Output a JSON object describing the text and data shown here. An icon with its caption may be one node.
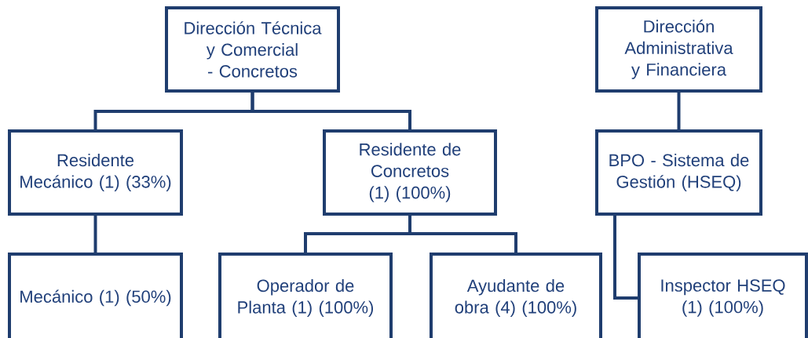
{
  "diagram": {
    "nodes": [
      {
        "text": [
          "Dirección Técnica y Comercial - Concretos"
        ]
      },
      {
        "text": [
          "Dirección Administrativa y Financiera"
        ]
      },
      {
        "text": [
          "Residente Mecánico (1) (33%)"
        ]
      },
      {
        "text": [
          "Residente de Concretos (1) (100%)"
        ]
      },
      {
        "text": [
          "BPO - Sistema de Gestión (HSEQ)"
        ]
      },
      {
        "text": [
          "Mecánico (1) (50%)"
        ]
      },
      {
        "text": [
          "Operador de Planta (1) (100%)"
        ]
      },
      {
        "text": [
          "Ayudante de obra (4) (100%)"
        ]
      },
      {
        "text": [
          "Inspector HSEQ (1) (100%)"
        ]
      }
    ],
    "edges": [
      {
        "from": 0,
        "to": 2,
        "arrow": "none"
      },
      {
        "from": 0,
        "to": 3,
        "arrow": "none"
      },
      {
        "from": 1,
        "to": 4,
        "arrow": "none"
      },
      {
        "from": 2,
        "to": 5,
        "arrow": "none"
      },
      {
        "from": 3,
        "to": 6,
        "arrow": "none"
      },
      {
        "from": 3,
        "to": 7,
        "arrow": "none"
      },
      {
        "from": 4,
        "to": 8,
        "arrow": "none"
      }
    ]
  }
}
